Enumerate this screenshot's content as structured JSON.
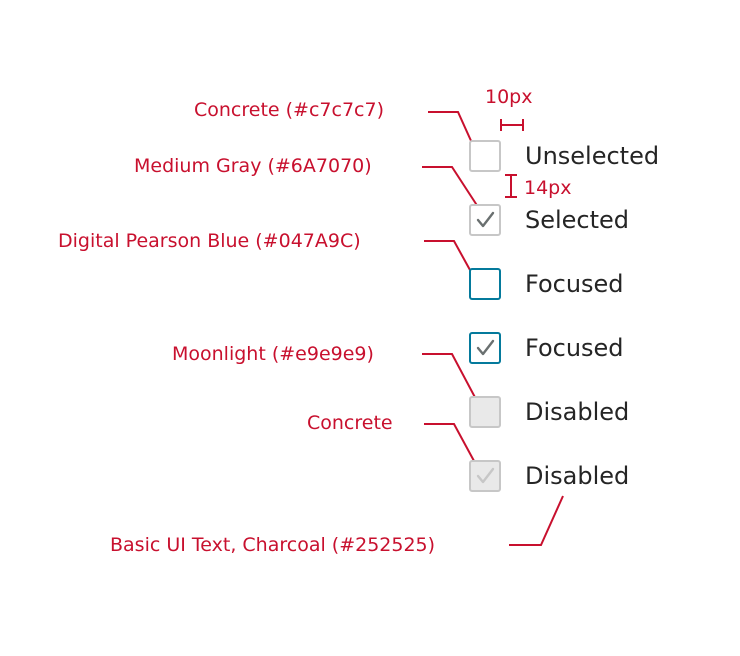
{
  "colors": {
    "annotation": "#c8102e",
    "concrete": "#c7c7c7",
    "medium_gray": "#6A7070",
    "pearson_blue": "#047A9C",
    "moonlight": "#e9e9e9",
    "charcoal": "#252525"
  },
  "checkboxes": [
    {
      "label": "Unselected",
      "state": "unselected"
    },
    {
      "label": "Selected",
      "state": "selected"
    },
    {
      "label": "Focused",
      "state": "focused"
    },
    {
      "label": "Focused",
      "state": "focused-selected"
    },
    {
      "label": "Disabled",
      "state": "disabled"
    },
    {
      "label": "Disabled",
      "state": "disabled-selected"
    }
  ],
  "annotations": {
    "concrete_hex": "Concrete (#c7c7c7)",
    "medium_gray": "Medium Gray (#6A7070)",
    "pearson_blue": "Digital Pearson Blue (#047A9C)",
    "moonlight": "Moonlight (#e9e9e9)",
    "concrete": "Concrete",
    "charcoal": "Basic UI Text, Charcoal (#252525)"
  },
  "measurements": {
    "horizontal": "10px",
    "vertical": "14px"
  }
}
